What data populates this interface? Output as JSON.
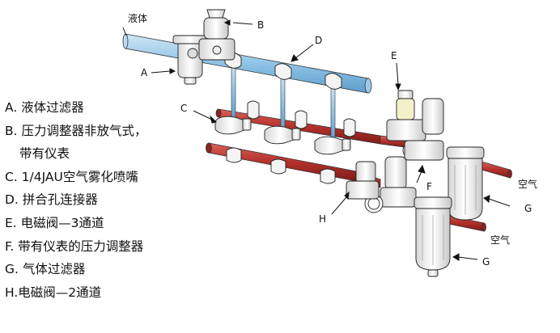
{
  "callouts": {
    "liquid": "液体",
    "A": "A",
    "B": "B",
    "C": "C",
    "D": "D",
    "E": "E",
    "F": "F",
    "G_upper": "G",
    "G_lower": "G",
    "H": "H",
    "air_upper": "空气",
    "air_lower": "空气"
  },
  "legend": {
    "a": "A. 液体过滤器",
    "b1": "B. 压力调整器非放气式，",
    "b2": "带有仪表",
    "c": "C. 1/4JAU空气雾化喷嘴",
    "d": "D. 拼合孔连接器",
    "e": "E. 电磁阀—3通道",
    "f": "F. 带有仪表的压力调整器",
    "g": "G. 气体过滤器",
    "h": "H.电磁阀—2通道"
  },
  "colors": {
    "liquid_pipe": "#8fc3e6",
    "air_pipe": "#b5312c",
    "component_fill": "#f2f2f2",
    "outline": "#222222"
  }
}
